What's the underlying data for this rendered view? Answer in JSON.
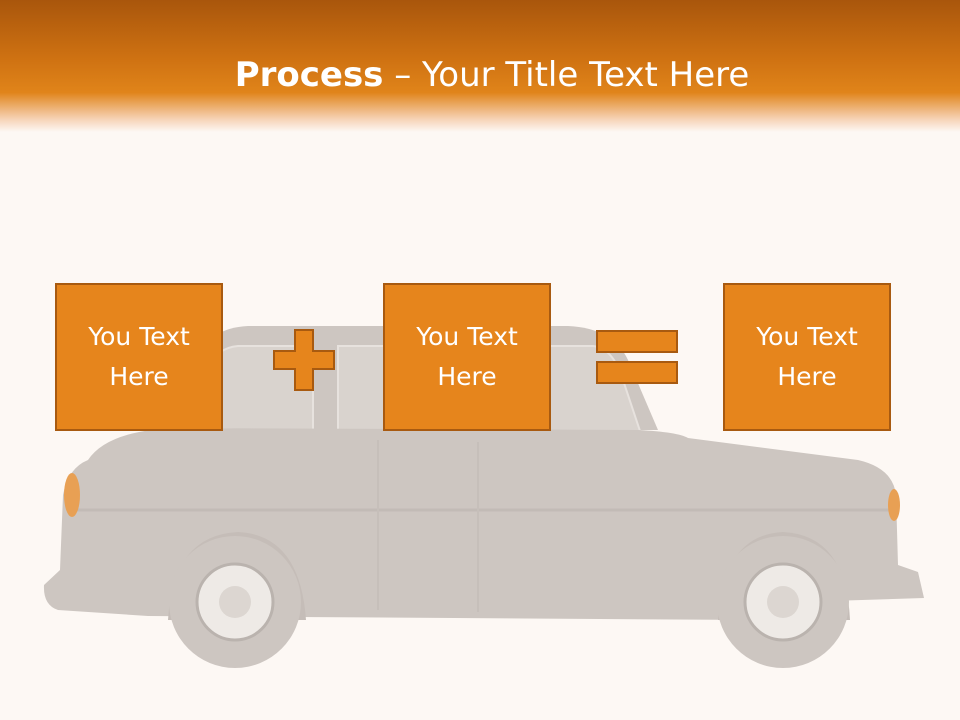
{
  "slide": {
    "title_bold": "Process",
    "title_rest": " – Your Title Text Here"
  },
  "boxes": [
    {
      "text": "You Text Here"
    },
    {
      "text": "You Text Here"
    },
    {
      "text": "You Text Here"
    }
  ],
  "colors": {
    "accent": "#e6851c",
    "accent_border": "#a85a10",
    "header_dark": "#a9560c",
    "background": "#fdf8f4",
    "car_silhouette": "#cdc6c1"
  },
  "icons": {
    "plus": "plus-icon",
    "equals": "equals-icon",
    "car": "taxi-cab-image"
  }
}
